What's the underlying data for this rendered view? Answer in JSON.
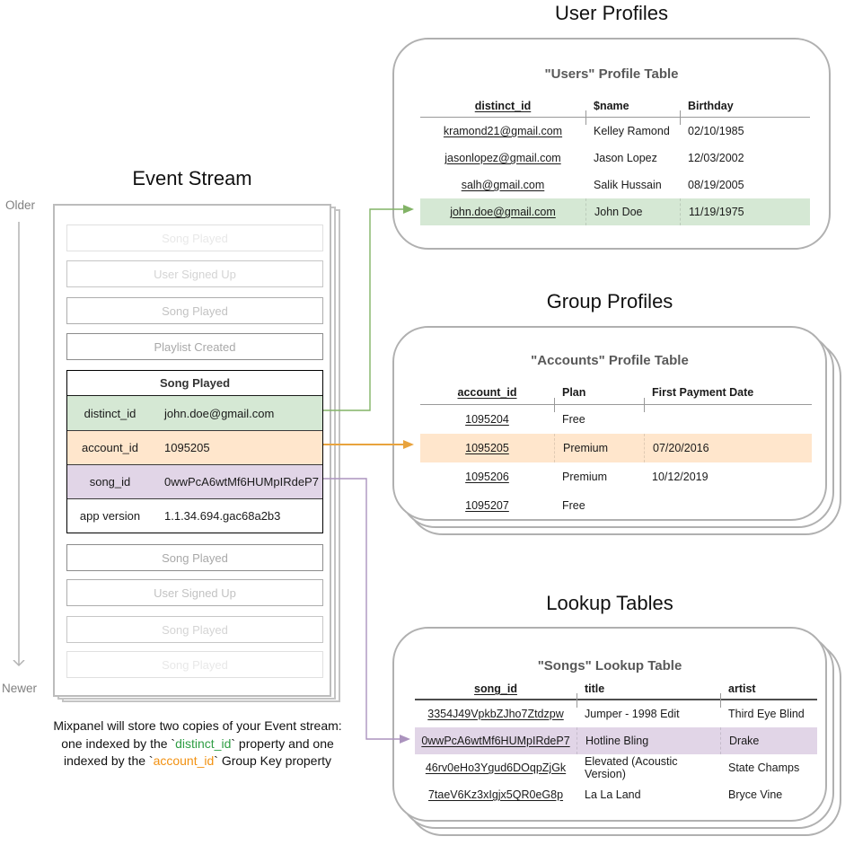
{
  "colors": {
    "highlight_green": "#d5e8d4",
    "highlight_orange": "#ffe6cc",
    "highlight_purple": "#e1d5e7",
    "arrow_green": "#82b366",
    "arrow_orange": "#e8a33d",
    "arrow_purple": "#ab93be",
    "axis_gray": "#b3b3b3",
    "caption_green_text": "#2f9e44",
    "caption_orange_text": "#f29111"
  },
  "event_stream": {
    "title": "Event Stream",
    "older_label": "Older",
    "newer_label": "Newer",
    "events_before": [
      "Song Played",
      "User Signed Up",
      "Song Played",
      "Playlist Created"
    ],
    "expanded_event": {
      "title": "Song Played",
      "fields": [
        {
          "key": "distinct_id",
          "value": "john.doe@gmail.com"
        },
        {
          "key": "account_id",
          "value": "1095205"
        },
        {
          "key": "song_id",
          "value": "0wwPcA6wtMf6HUMpIRdeP7"
        },
        {
          "key": "app version",
          "value": "1.1.34.694.gac68a2b3"
        }
      ]
    },
    "events_after": [
      "Song Played",
      "User Signed Up",
      "Song Played",
      "Song Played"
    ],
    "caption": {
      "line1": "Mixpanel will store two copies of your Event stream:",
      "line2_pre": "one indexed by the `",
      "line2_key": "distinct_id",
      "line2_post": "` property and one",
      "line3_pre": "indexed by the `",
      "line3_key": "account_id",
      "line3_post": "` Group Key property"
    }
  },
  "user_profiles": {
    "section_title": "User Profiles",
    "table_title": "\"Users\" Profile Table",
    "columns": [
      "distinct_id",
      "$name",
      "Birthday"
    ],
    "rows": [
      [
        "kramond21@gmail.com",
        "Kelley Ramond",
        "02/10/1985"
      ],
      [
        "jasonlopez@gmail.com",
        "Jason Lopez",
        "12/03/2002"
      ],
      [
        "salh@gmail.com",
        "Salik Hussain",
        "08/19/2005"
      ],
      [
        "john.doe@gmail.com",
        "John Doe",
        "11/19/1975"
      ]
    ]
  },
  "group_profiles": {
    "section_title": "Group Profiles",
    "table_title": "\"Accounts\" Profile Table",
    "columns": [
      "account_id",
      "Plan",
      "First Payment Date"
    ],
    "rows": [
      [
        "1095204",
        "Free",
        ""
      ],
      [
        "1095205",
        "Premium",
        "07/20/2016"
      ],
      [
        "1095206",
        "Premium",
        "10/12/2019"
      ],
      [
        "1095207",
        "Free",
        ""
      ]
    ]
  },
  "lookup_tables": {
    "section_title": "Lookup Tables",
    "table_title": "\"Songs\" Lookup Table",
    "columns": [
      "song_id",
      "title",
      "artist"
    ],
    "rows": [
      [
        "3354J49VpkbZJho7Ztdzpw",
        "Jumper - 1998 Edit",
        "Third Eye Blind"
      ],
      [
        "0wwPcA6wtMf6HUMpIRdeP7",
        "Hotline Bling",
        "Drake"
      ],
      [
        "46rv0eHo3Ygud6DOqpZjGk",
        "Elevated (Acoustic Version)",
        "State Champs"
      ],
      [
        "7taeV6Kz3xIgjx5QR0eG8p",
        "La La Land",
        "Bryce Vine"
      ]
    ]
  }
}
